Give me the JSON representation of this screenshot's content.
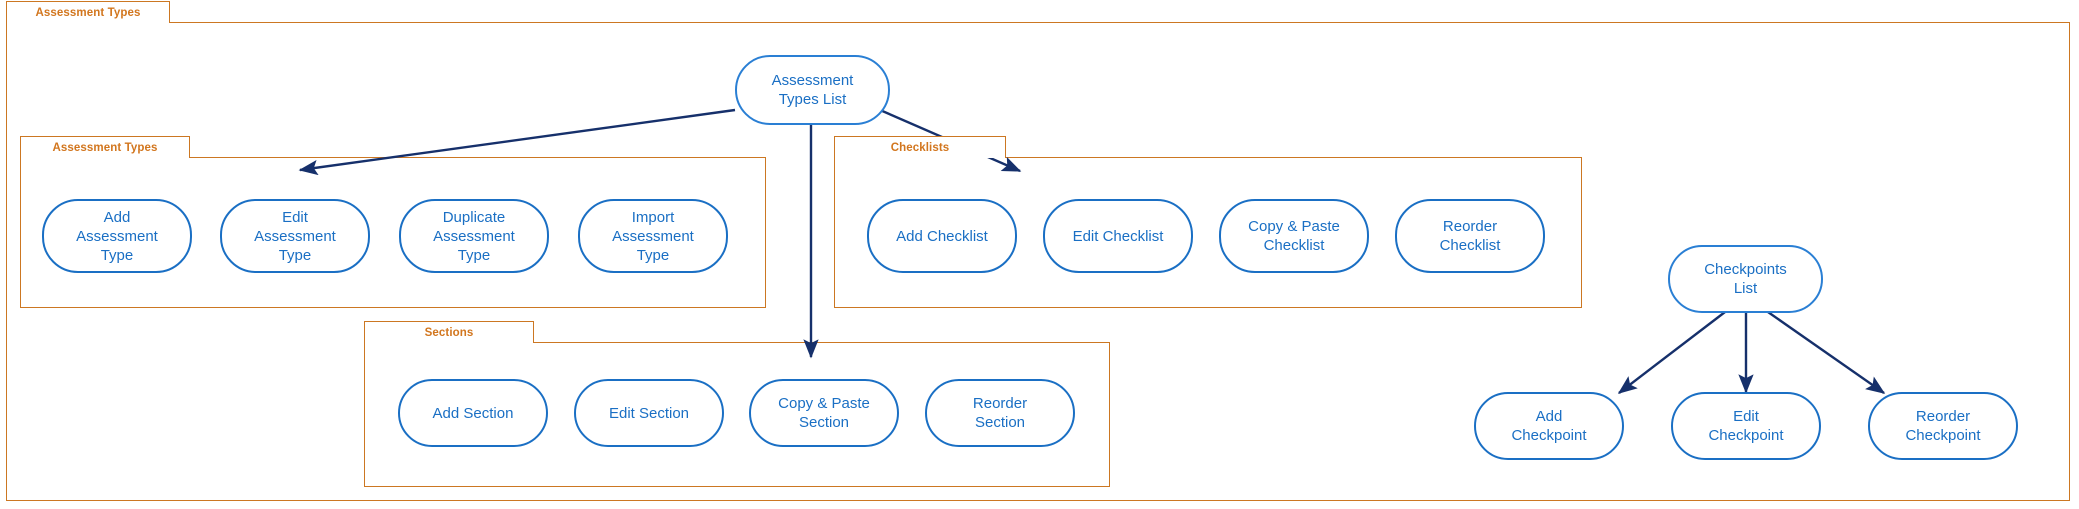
{
  "diagram": {
    "title": "Assessment Types",
    "outer_frame_label": "Assessment Types",
    "accent_orange": "#cc7722",
    "tab_text_color": "#d2761e",
    "node_blue": "#1a6fc4",
    "edge_navy": "#16306b"
  },
  "roots": {
    "assessment_types_list": "Assessment\nTypes List",
    "checkpoints_list": "Checkpoints\nList"
  },
  "groups": {
    "assessment_types": {
      "label": "Assessment Types",
      "nodes": [
        {
          "label": "Add\nAssessment\nType"
        },
        {
          "label": "Edit\nAssessment\nType"
        },
        {
          "label": "Duplicate\nAssessment\nType"
        },
        {
          "label": "Import\nAssessment\nType"
        }
      ]
    },
    "checklists": {
      "label": "Checklists",
      "nodes": [
        {
          "label": "Add Checklist"
        },
        {
          "label": "Edit Checklist"
        },
        {
          "label": "Copy & Paste\nChecklist"
        },
        {
          "label": "Reorder\nChecklist"
        }
      ]
    },
    "sections": {
      "label": "Sections",
      "nodes": [
        {
          "label": "Add Section"
        },
        {
          "label": "Edit Section"
        },
        {
          "label": "Copy & Paste\nSection"
        },
        {
          "label": "Reorder\nSection"
        }
      ]
    },
    "checkpoints": {
      "label": "",
      "nodes": [
        {
          "label": "Add\nCheckpoint"
        },
        {
          "label": "Edit\nCheckpoint"
        },
        {
          "label": "Reorder\nCheckpoint"
        }
      ]
    }
  }
}
